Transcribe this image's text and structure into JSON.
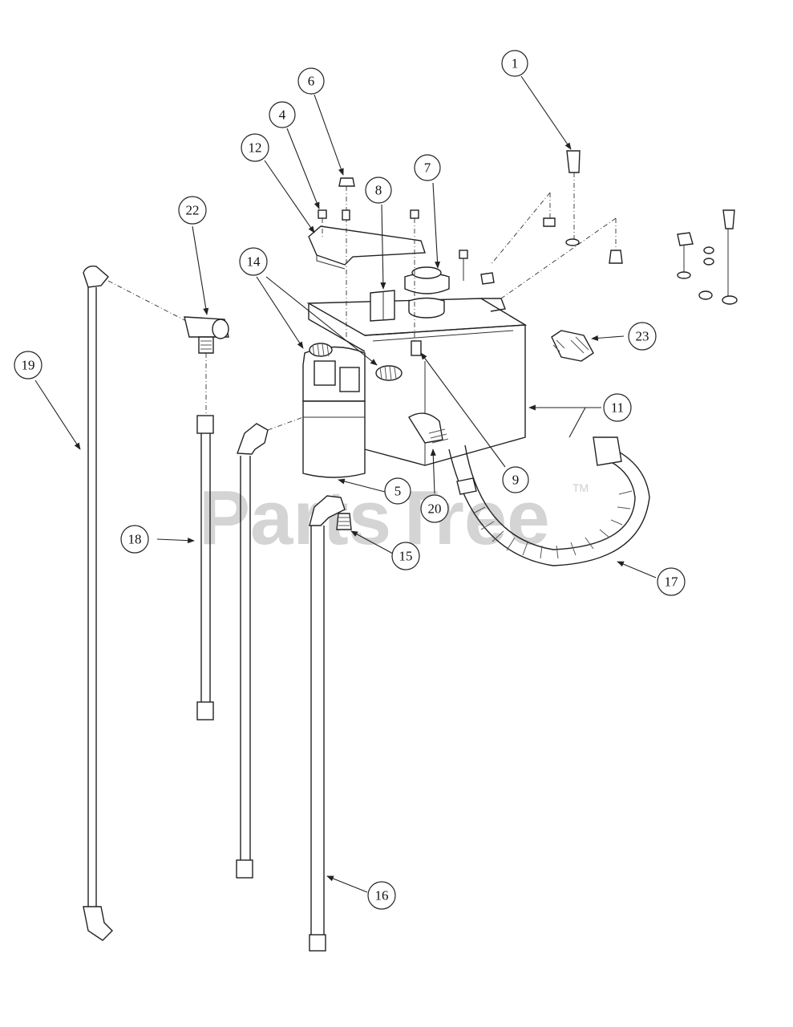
{
  "watermark": {
    "text": "PartsTree",
    "trademark": "TM"
  },
  "callouts": [
    {
      "id": "1",
      "label": "1"
    },
    {
      "id": "4",
      "label": "4"
    },
    {
      "id": "5",
      "label": "5"
    },
    {
      "id": "6",
      "label": "6"
    },
    {
      "id": "7",
      "label": "7"
    },
    {
      "id": "8",
      "label": "8"
    },
    {
      "id": "9",
      "label": "9"
    },
    {
      "id": "11",
      "label": "11"
    },
    {
      "id": "12",
      "label": "12"
    },
    {
      "id": "14",
      "label": "14"
    },
    {
      "id": "15",
      "label": "15"
    },
    {
      "id": "16",
      "label": "16"
    },
    {
      "id": "17",
      "label": "17"
    },
    {
      "id": "18",
      "label": "18"
    },
    {
      "id": "19",
      "label": "19"
    },
    {
      "id": "20",
      "label": "20"
    },
    {
      "id": "22",
      "label": "22"
    },
    {
      "id": "23",
      "label": "23"
    }
  ]
}
